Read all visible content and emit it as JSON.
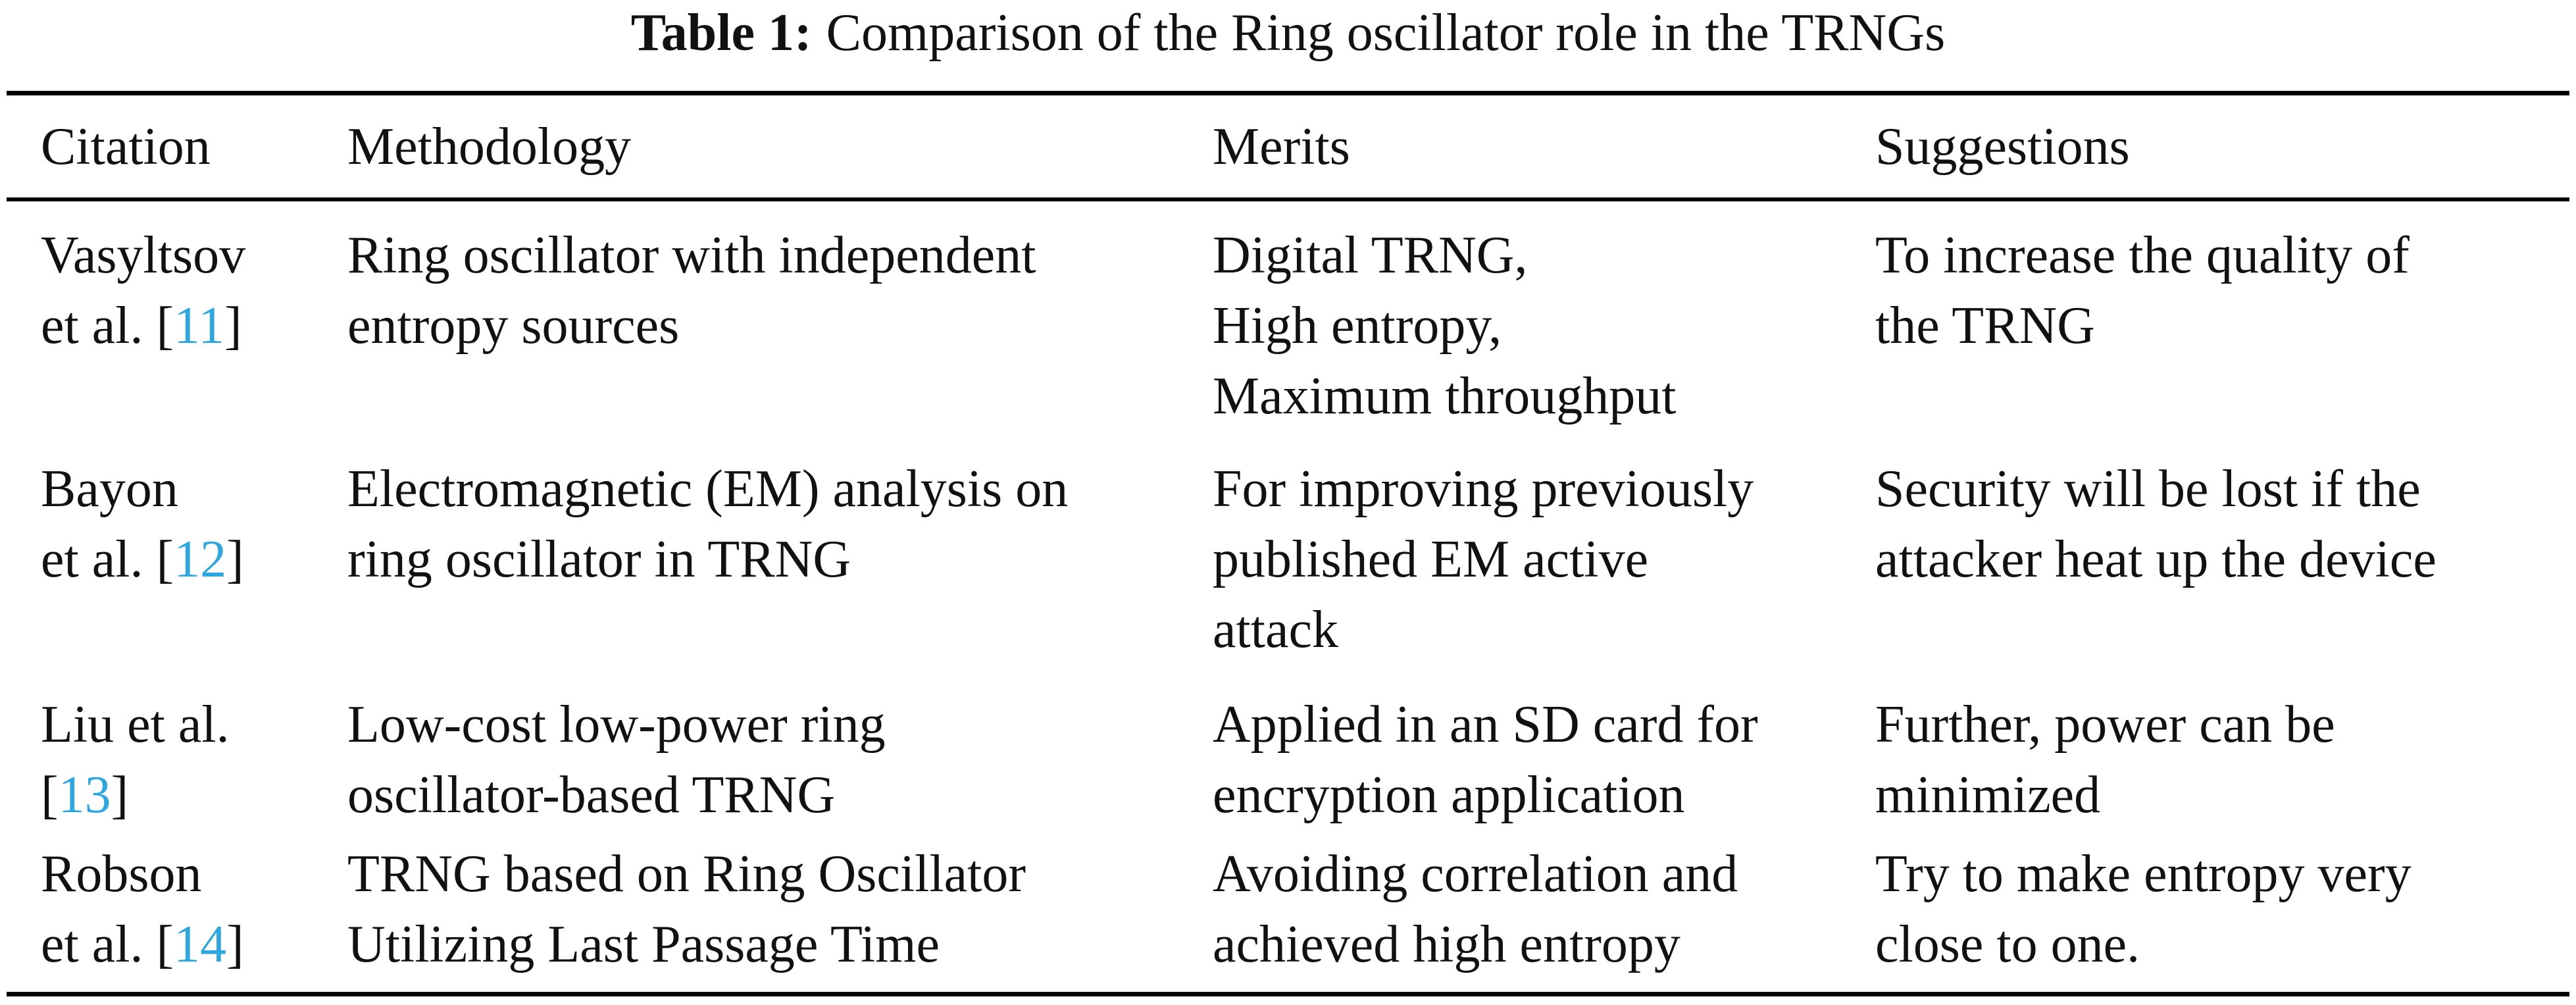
{
  "caption": {
    "label": "Table 1:",
    "text": "Comparison of the Ring oscillator role in the TRNGs"
  },
  "table": {
    "headers": [
      "Citation",
      "Methodology",
      "Merits",
      "Suggestions"
    ],
    "link_color": "#2ea6e0",
    "rows": [
      {
        "citation": {
          "pre1": "Vasyltsov",
          "pre2": "et al. [",
          "ref": "11",
          "post": "]"
        },
        "methodology": [
          "Ring oscillator with independent",
          "entropy sources"
        ],
        "merits": [
          "Digital TRNG,",
          "High entropy,",
          "Maximum throughput"
        ],
        "suggestions": [
          "To increase the quality of",
          "the TRNG"
        ]
      },
      {
        "citation": {
          "pre1": "Bayon",
          "pre2": "et al. [",
          "ref": "12",
          "post": "]"
        },
        "methodology": [
          "Electromagnetic (EM) analysis on",
          "ring oscillator in TRNG"
        ],
        "merits": [
          "For improving previously",
          "published EM active",
          "attack"
        ],
        "suggestions": [
          "Security will be lost if the",
          "attacker heat up the device"
        ]
      },
      {
        "citation": {
          "pre1": "Liu et al.",
          "pre2": "[",
          "ref": "13",
          "post": "]"
        },
        "methodology": [
          "Low-cost low-power ring",
          "oscillator-based TRNG"
        ],
        "merits": [
          "Applied in an SD card for",
          "encryption application"
        ],
        "suggestions": [
          "Further, power can be",
          "minimized"
        ]
      },
      {
        "citation": {
          "pre1": "Robson",
          "pre2": "et al. [",
          "ref": "14",
          "post": "]"
        },
        "methodology": [
          "TRNG based on Ring Oscillator",
          "Utilizing Last Passage Time"
        ],
        "merits": [
          "Avoiding correlation and",
          "achieved high entropy"
        ],
        "suggestions": [
          "Try to make entropy very",
          "close to one."
        ]
      }
    ]
  }
}
